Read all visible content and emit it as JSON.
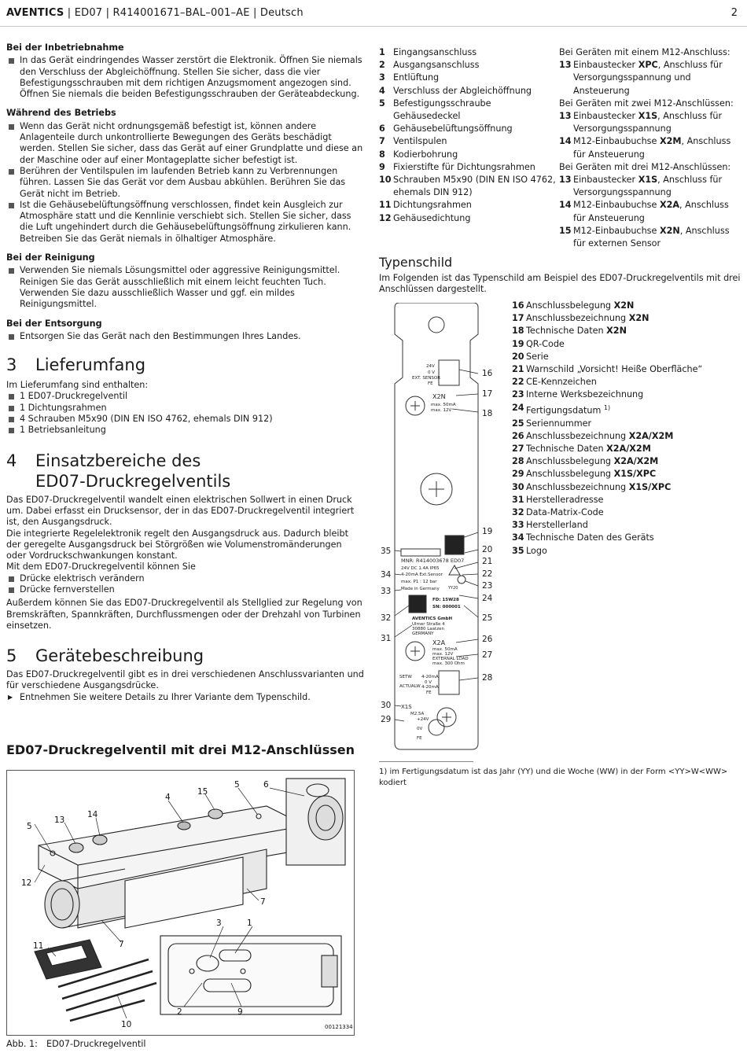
{
  "header": {
    "brand": "AVENTICS",
    "doc": " | ED07 | R414001671–BAL–001–AE | Deutsch",
    "page": "2"
  },
  "left": {
    "s1_title": "Bei der Inbetriebnahme",
    "s1_items": [
      "In das Gerät eindringendes Wasser zerstört die Elektronik. Öffnen Sie niemals den Verschluss der Abgleichöffnung. Stellen Sie sicher, dass die vier Befestigungsschrauben mit dem richtigen Anzugsmoment angezogen sind. Öffnen Sie niemals die beiden Befestigungsschrauben der Geräteabdeckung."
    ],
    "s2_title": "Während des Betriebs",
    "s2_items": [
      "Wenn das Gerät nicht ordnungsgemäß befestigt ist, können andere Anlagenteile durch unkontrollierte Bewegungen des Geräts beschädigt werden. Stellen Sie sicher, dass das Gerät auf einer Grundplatte und diese an der Maschine oder auf einer Montageplatte sicher befestigt ist.",
      "Berühren der Ventilspulen im laufenden Betrieb kann zu Verbrennungen führen. Lassen Sie das Gerät vor dem Ausbau abkühlen. Berühren Sie das Gerät nicht im Betrieb.",
      "Ist die Gehäusebelüftungsöffnung verschlossen, findet kein Ausgleich zur Atmosphäre statt und die Kennlinie verschiebt sich. Stellen Sie sicher, dass die Luft ungehindert durch die Gehäusebelüftungsöffnung zirkulieren kann. Betreiben Sie das Gerät niemals in ölhaltiger Atmosphäre."
    ],
    "s3_title": "Bei der Reinigung",
    "s3_items": [
      "Verwenden Sie niemals Lösungsmittel oder aggressive Reinigungsmittel. Reinigen Sie das Gerät ausschließlich mit einem leicht feuchten Tuch. Verwenden Sie dazu ausschließlich Wasser und ggf. ein mildes Reinigungsmittel."
    ],
    "s4_title": "Bei der Entsorgung",
    "s4_items": [
      "Entsorgen Sie das Gerät nach den Bestimmungen Ihres Landes."
    ],
    "ch3_num": "3",
    "ch3_title": "Lieferumfang",
    "ch3_intro": "Im Lieferumfang sind enthalten:",
    "ch3_items": [
      "1 ED07-Druckregelventil",
      "1 Dichtungsrahmen",
      "4 Schrauben M5x90 (DIN EN ISO 4762, ehemals DIN 912)",
      "1 Betriebsanleitung"
    ],
    "ch4_num": "4",
    "ch4_title_1": "Einsatzbereiche des",
    "ch4_title_2": "ED07-Druckregelventils",
    "ch4_p1": "Das ED07-Druckregelventil wandelt einen elektrischen Sollwert in einen Druck um. Dabei erfasst ein Drucksensor, der in das ED07-Druckregelventil integriert ist, den Ausgangsdruck.",
    "ch4_p2": "Die integrierte Regelelektronik regelt den Ausgangsdruck aus. Dadurch bleibt der geregelte Ausgangsdruck bei Störgrößen wie Volumenstromänderungen oder Vordruckschwankungen konstant.",
    "ch4_p3": "Mit dem ED07-Druckregelventil können Sie",
    "ch4_items": [
      "Drücke elektrisch verändern",
      "Drücke fernverstellen"
    ],
    "ch4_p4": "Außerdem können Sie das ED07-Druckregelventil als Stellglied zur Regelung von Bremskräften, Spannkräften, Durchflussmengen oder der Drehzahl von Turbinen einsetzen.",
    "ch5_num": "5",
    "ch5_title": "Gerätebeschreibung",
    "ch5_p1": "Das ED07-Druckregelventil gibt es in drei verschiedenen Anschlussvarianten und für verschiedene Ausgangsdrücke.",
    "ch5_step": "Entnehmen Sie weitere Details zu Ihrer Variante dem Typenschild.",
    "fig_title": "ED07-Druckregelventil mit drei M12-Anschlüssen",
    "fig_code": "00121334",
    "fig_caption": "Abb. 1: ED07-Druckregelventil"
  },
  "legend1": [
    {
      "n": "1",
      "t": "Eingangsanschluss"
    },
    {
      "n": "2",
      "t": "Ausgangsanschluss"
    },
    {
      "n": "3",
      "t": "Entlüftung"
    },
    {
      "n": "4",
      "t": "Verschluss der Abgleichöffnung"
    },
    {
      "n": "5",
      "t": "Befestigungsschraube Gehäusedeckel"
    },
    {
      "n": "6",
      "t": "Gehäusebelüftungsöffnung"
    },
    {
      "n": "7",
      "t": "Ventilspulen"
    },
    {
      "n": "8",
      "t": "Kodierbohrung"
    },
    {
      "n": "9",
      "t": "Fixierstifte für Dichtungsrahmen"
    },
    {
      "n": "10",
      "t": "Schrauben M5x90 (DIN EN ISO 4762, ehemals DIN 912)"
    },
    {
      "n": "11",
      "t": "Dichtungsrahmen"
    },
    {
      "n": "12",
      "t": "Gehäusedichtung"
    }
  ],
  "legend2": {
    "g1_title": "Bei Geräten mit einem M12-Anschluss:",
    "g1": [
      {
        "n": "13",
        "a": "Einbaustecker ",
        "b": "XPC",
        "c": ", Anschluss für Versorgungsspannung und Ansteuerung"
      }
    ],
    "g2_title": "Bei Geräten mit zwei M12-Anschlüssen:",
    "g2": [
      {
        "n": "13",
        "a": "Einbaustecker ",
        "b": "X1S",
        "c": ", Anschluss für Versorgungsspannung"
      },
      {
        "n": "14",
        "a": "M12-Einbaubuchse ",
        "b": "X2M",
        "c": ", Anschluss für Ansteuerung"
      }
    ],
    "g3_title": "Bei Geräten mit drei M12-Anschlüssen:",
    "g3": [
      {
        "n": "13",
        "a": "Einbaustecker ",
        "b": "X1S",
        "c": ", Anschluss für Versorgungsspannung"
      },
      {
        "n": "14",
        "a": "M12-Einbaubuchse ",
        "b": "X2A",
        "c": ", Anschluss für Ansteuerung"
      },
      {
        "n": "15",
        "a": "M12-Einbaubuchse ",
        "b": "X2N",
        "c": ", Anschluss für externen Sensor"
      }
    ]
  },
  "typenschild": {
    "title": "Typenschild",
    "intro": "Im Folgenden ist das Typenschild am Beispiel des ED07-Druckregelventils mit drei Anschlüssen dargestellt.",
    "items": [
      {
        "n": "16",
        "a": "Anschlussbelegung ",
        "b": "X2N",
        "c": ""
      },
      {
        "n": "17",
        "a": "Anschlussbezeichnung ",
        "b": "X2N",
        "c": ""
      },
      {
        "n": "18",
        "a": "Technische Daten ",
        "b": "X2N",
        "c": ""
      },
      {
        "n": "19",
        "a": "QR-Code",
        "b": "",
        "c": ""
      },
      {
        "n": "20",
        "a": "Serie",
        "b": "",
        "c": ""
      },
      {
        "n": "21",
        "a": "Warnschild „Vorsicht! Heiße Oberfläche“",
        "b": "",
        "c": ""
      },
      {
        "n": "22",
        "a": "CE-Kennzeichen",
        "b": "",
        "c": ""
      },
      {
        "n": "23",
        "a": "Interne Werksbezeichnung",
        "b": "",
        "c": ""
      },
      {
        "n": "24",
        "a": "Fertigungsdatum ",
        "b": "",
        "c": "1)"
      },
      {
        "n": "25",
        "a": "Seriennummer",
        "b": "",
        "c": ""
      },
      {
        "n": "26",
        "a": "Anschlussbezeichnung ",
        "b": "X2A/X2M",
        "c": ""
      },
      {
        "n": "27",
        "a": "Technische Daten ",
        "b": "X2A/X2M",
        "c": ""
      },
      {
        "n": "28",
        "a": "Anschlussbelegung ",
        "b": "X2A/X2M",
        "c": ""
      },
      {
        "n": "29",
        "a": "Anschlussbelegung ",
        "b": "X1S/XPC",
        "c": ""
      },
      {
        "n": "30",
        "a": "Anschlussbezeichnung ",
        "b": "X1S/XPC",
        "c": ""
      },
      {
        "n": "31",
        "a": "Herstelleradresse",
        "b": "",
        "c": ""
      },
      {
        "n": "32",
        "a": "Data-Matrix-Code",
        "b": "",
        "c": ""
      },
      {
        "n": "33",
        "a": "Herstellerland",
        "b": "",
        "c": ""
      },
      {
        "n": "34",
        "a": "Technische Daten des Geräts",
        "b": "",
        "c": ""
      },
      {
        "n": "35",
        "a": "Logo",
        "b": "",
        "c": ""
      }
    ],
    "plate": {
      "x2n_volt": "24V",
      "x2n_0v": "0 V",
      "x2n_ext": "EXT. SENSOR",
      "x2n_fe": "FE",
      "x2n_label": "X2N",
      "x2n_max1": "max. 50mA",
      "x2n_max2": "max. 12V",
      "mnr": "MNR: R414003678  ED07",
      "tech1": "24V DC  1.4A  IP65",
      "tech2": "4-20mA  Ext.Sensor",
      "tech3": "max. P1 : 12 bar",
      "made": "Made in Germany",
      "date_code": "YY20",
      "fd": "FD: 15W28",
      "sn": "SN: 000001",
      "mfr1": "AVENTICS GmbH",
      "mfr2": "Ulmer Straße 4",
      "mfr3": "30880 Laatzen",
      "mfr4": "GERMANY",
      "x2a_label": "X2A",
      "x2a_max1": "max. 50mA",
      "x2a_max2": "max. 12V",
      "x2a_max3": "EXTERNAL LOAD",
      "x2a_max4": "max. 300 Ohm",
      "setw": "SETW",
      "actualw": "ACTUALW",
      "x2a_pin1": "4-20mA",
      "x2a_pin2": "0 V",
      "x2a_pin3": "4-20mA",
      "x2a_pin4": "FE",
      "x1s_label": "X1S",
      "x1s_fuse": "M2,5A",
      "x1s_pin1": "+24V",
      "x1s_pin3": "0V",
      "x1s_pin5": "FE"
    },
    "callouts_right": [
      "16",
      "17",
      "18",
      "19",
      "20",
      "21",
      "22",
      "23",
      "24",
      "25",
      "26",
      "27",
      "28"
    ],
    "callouts_left": [
      "35",
      "34",
      "33",
      "32",
      "31",
      "30",
      "29"
    ]
  },
  "footnote": "1)  im Fertigungsdatum ist das Jahr (YY) und die Woche (WW) in der Form <YY>W<WW> kodiert",
  "fig_callouts": {
    "c1": "1",
    "c2": "2",
    "c3": "3",
    "c4": "4",
    "c5a": "5",
    "c5b": "5",
    "c6": "6",
    "c7a": "7",
    "c7b": "7",
    "c9": "9",
    "c10": "10",
    "c11": "11",
    "c12": "12",
    "c13": "13",
    "c14": "14",
    "c15": "15"
  }
}
